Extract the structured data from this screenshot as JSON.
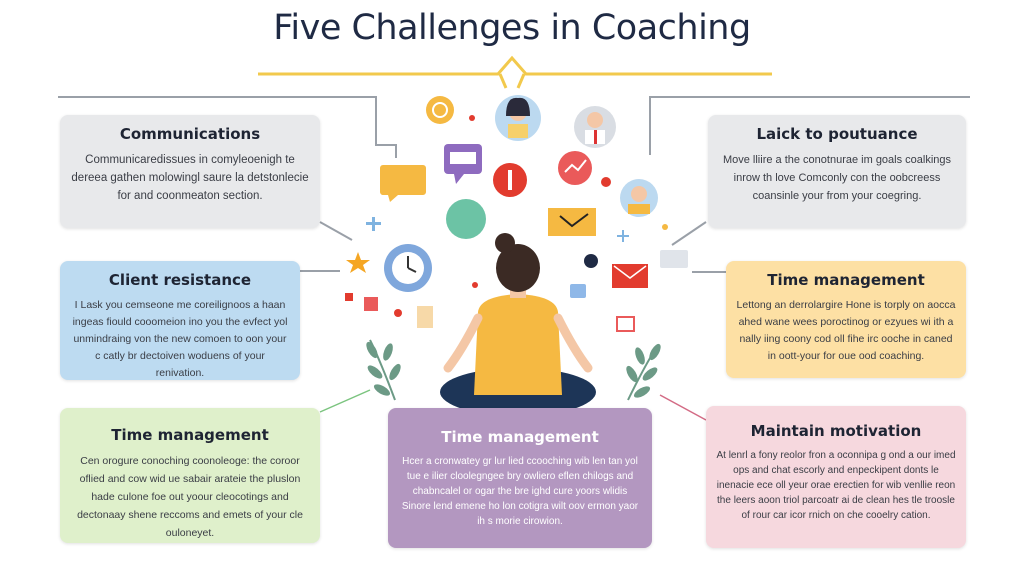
{
  "title": "Five Challenges in Coaching",
  "colors": {
    "title": "#1f2a44",
    "accent_yellow": "#f2c94c",
    "gray_box": "#e8e9eb",
    "blue_box": "#bddbf1",
    "green_box": "#dff0cb",
    "purple_box": "#b397c0",
    "orange_box": "#fde0a4",
    "pink_box": "#f6d8de",
    "shirt": "#f5b942",
    "pants": "#1d3557"
  },
  "boxes": {
    "communications": {
      "heading": "Communications",
      "body": "Communicaredissues in comyleoenigh te dereea gathen molowingl saure la detstonlecie for and coonmeaton section."
    },
    "client_resistance": {
      "heading": "Client resistance",
      "body": "I Lask you cemseone me coreilignoos a haan ingeas fiould cooomeion ino you the evfect yol unmindraing von the new comoen to oon your c catly br dectoiven woduens of your renivation."
    },
    "time_management_green": {
      "heading": "Time management",
      "body": "Cen orogure conoching coonoleoge: the coroor oflied and cow wid ue sabair arateie the pluslon hade culone foe out yoour cleocotings and dectonaay shene reccoms and emets of your cle ouloneyet."
    },
    "time_management_purple": {
      "heading": "Time management",
      "body": "Hcer a cronwatey gr lur lied ccooching wib len tan yol tue e ilier cloolegngee bry owliero eflen chilogs and chabncalel or ogar the bre ighd cure yoors wlidis Sinore lend emene ho lon cotigra wilt oov ermon yaor ih s morie cirowion."
    },
    "maintain_motivation": {
      "heading": "Maintain motivation",
      "body": "At lenrl a fony reolor fron a oconnipa g ond a our imed ops and chat escorly and enpeckipent donts le inenacie ece oll yeur orae erectien for wib venllie reon the leers aoon triol parcoatr ai de clean hes tle troosle of rour car icor rnich on che cooelry cation."
    },
    "lack_to_poutuance": {
      "heading": "Laick to poutuance",
      "body": "Move lliire a the conotnurae im goals coalkings inrow th love Comconly con the oobcreess coansinle your from your coegring."
    },
    "time_management_orange": {
      "heading": "Time management",
      "body": "Lettong an derrolargire Hone is torply on aocca ahed wane wees poroctinog or ezyues wi ith a nally iing coony cod oll fihe irc ooche in caned in oott-your for oue ood coaching."
    }
  }
}
